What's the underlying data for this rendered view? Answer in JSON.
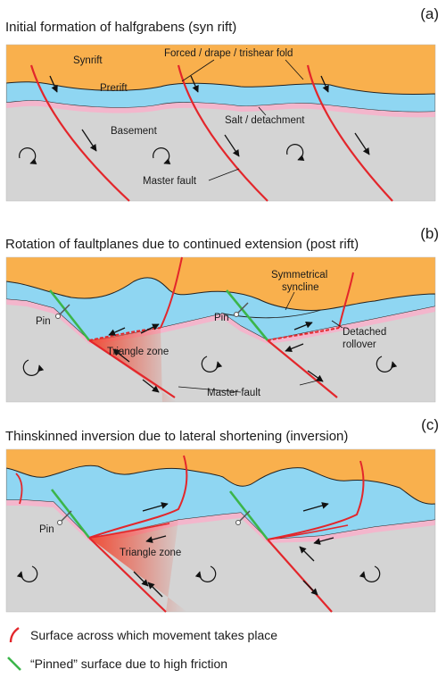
{
  "panels": {
    "a": {
      "letter": "(a)",
      "title": "Initial formation of halfgrabens (syn rift)",
      "labels": {
        "synrift": "Synrift",
        "prerift": "Prerift",
        "basement": "Basement",
        "forced_fold": "Forced / drape / trishear fold",
        "salt": "Salt / detachment",
        "master_fault": "Master fault"
      }
    },
    "b": {
      "letter": "(b)",
      "title": "Rotation of faultplanes due to continued extension (post rift)",
      "labels": {
        "pin_left": "Pin",
        "pin_right": "Pin",
        "triangle": "Triangle zone",
        "syncline_1": "Symmetrical",
        "syncline_2": "syncline",
        "rollover_1": "Detached",
        "rollover_2": "rollover",
        "master_fault": "Master fault"
      }
    },
    "c": {
      "letter": "(c)",
      "title": "Thinskinned inversion due to lateral shortening (inversion)",
      "labels": {
        "pin": "Pin",
        "triangle": "Triangle zone"
      }
    }
  },
  "legend": [
    {
      "label": "Surface across which movement takes place",
      "color": "#e3262b"
    },
    {
      "label": "“Pinned” surface due to high friction",
      "color": "#3bb54a"
    }
  ],
  "colors": {
    "synrift": "#f9b04d",
    "prerift": "#8fd6f2",
    "salt": "#f3b6cc",
    "basement": "#d4d4d4",
    "fault": "#e3262b",
    "pinned": "#3bb54a",
    "triangle": "#ef4c36"
  }
}
